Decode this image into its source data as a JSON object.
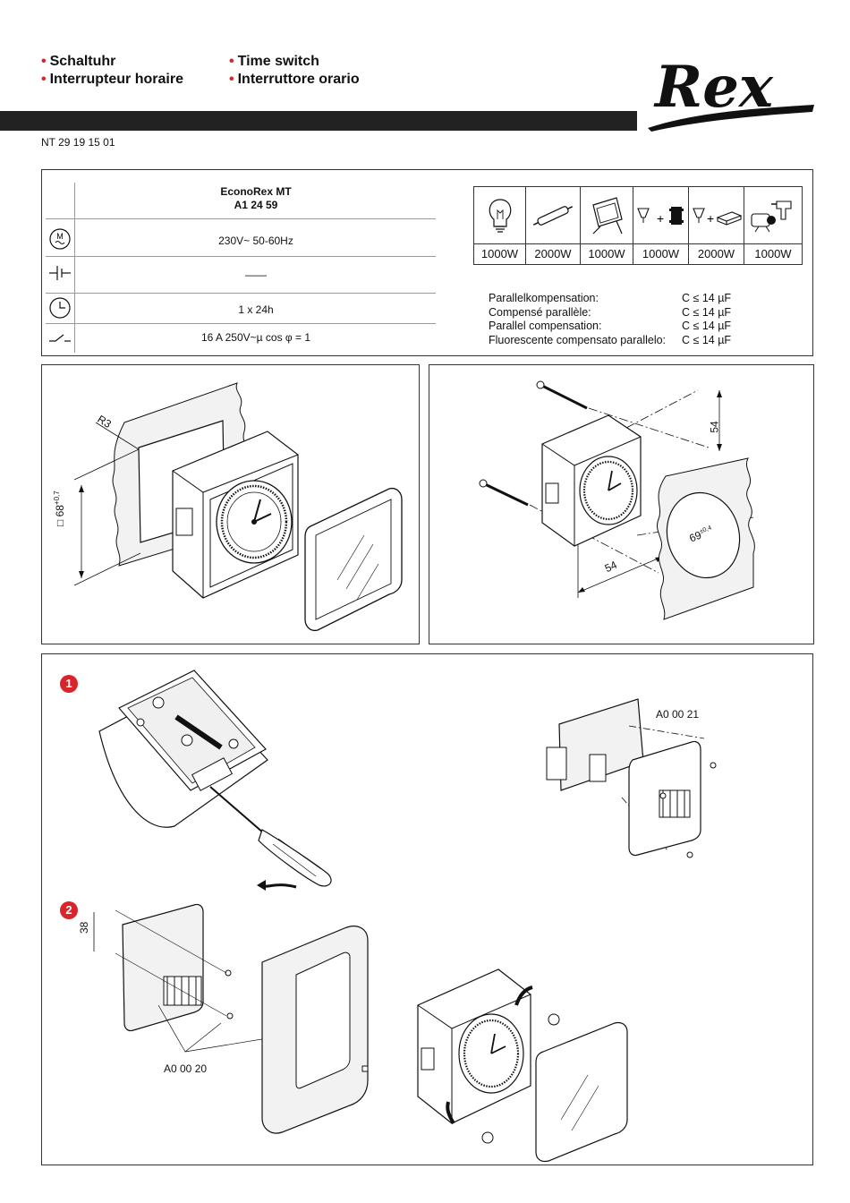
{
  "header": {
    "bullet": "•",
    "titles": {
      "de": "Schaltuhr",
      "fr": "Interrupteur horaire",
      "en": "Time switch",
      "it": "Interruttore orario"
    },
    "brand": "Rex",
    "doc_number": "NT 29 19 15 01"
  },
  "spec": {
    "product_name": "EconoRex MT",
    "product_code": "A1 24 59",
    "rows": [
      {
        "icon": "motor-icon",
        "value": "230V~ 50-60Hz"
      },
      {
        "icon": "battery-icon",
        "value": "——"
      },
      {
        "icon": "clock-icon",
        "value": "1 x 24h"
      },
      {
        "icon": "switch-contact-icon",
        "value": "16 A 250V~µ cos φ = 1"
      }
    ],
    "loads": [
      {
        "icon": "incandescent-bulb-icon",
        "value": "1000W"
      },
      {
        "icon": "halogen-tube-icon",
        "value": "2000W"
      },
      {
        "icon": "halogen-floodlight-icon",
        "value": "1000W"
      },
      {
        "icon": "lv-halogen-transformer-icon",
        "value": "1000W"
      },
      {
        "icon": "lv-halogen-electronic-transformer-icon",
        "value": "2000W"
      },
      {
        "icon": "motor-load-icon",
        "value": "1000W"
      }
    ],
    "compensation": [
      {
        "label": "Parallelkompensation:",
        "value": "C ≤ 14 µF"
      },
      {
        "label": "Compensé parallèle:",
        "value": "C ≤ 14 µF"
      },
      {
        "label": "Parallel compensation:",
        "value": "C ≤ 14 µF"
      },
      {
        "label": "Fluorescente compensato parallelo:",
        "value": "C ≤ 14 µF"
      }
    ]
  },
  "mounting_flush": {
    "radius_label": "R3",
    "cutout_label": "□ 68",
    "cutout_tolerance": "+0,7"
  },
  "mounting_screw": {
    "dim_vertical": "54",
    "dim_horizontal": "54",
    "hole_diameter": "69",
    "hole_tolerance": "±0,4"
  },
  "steps": {
    "step1": "1",
    "step2": "2",
    "part_din_adapter": "A0 00 21",
    "part_surface_box": "A0 00 20",
    "dim_38": "38"
  },
  "colors": {
    "accent": "#d9242b",
    "bar": "#222222"
  }
}
